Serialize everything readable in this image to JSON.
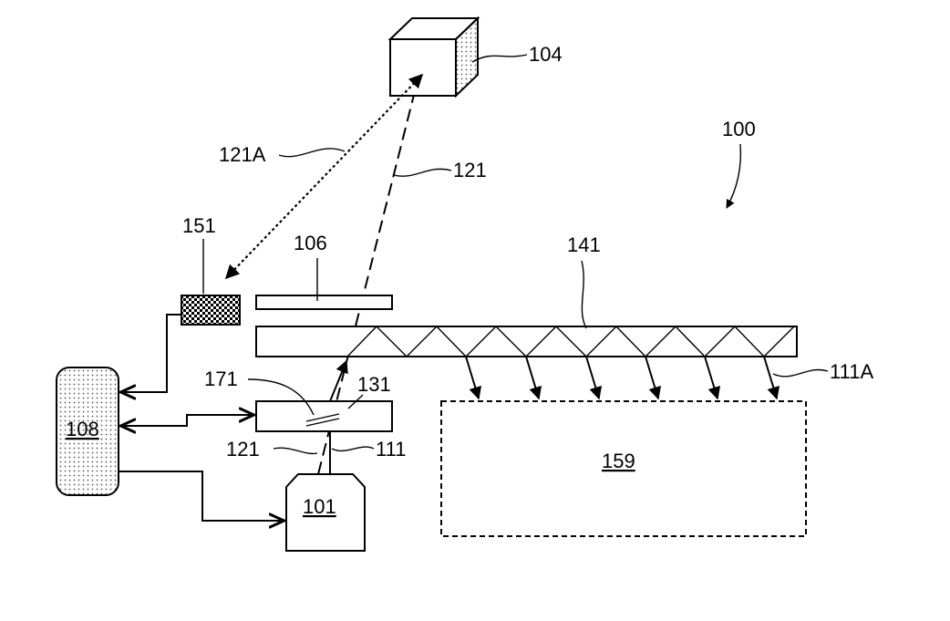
{
  "labels": {
    "l104": "104",
    "l100": "100",
    "l121A": "121A",
    "l121_top": "121",
    "l151": "151",
    "l106": "106",
    "l141": "141",
    "l171": "171",
    "l131": "131",
    "l111A": "111A",
    "l108": "108",
    "l121_bottom": "121",
    "l111": "111",
    "l101": "101",
    "l159": "159"
  }
}
